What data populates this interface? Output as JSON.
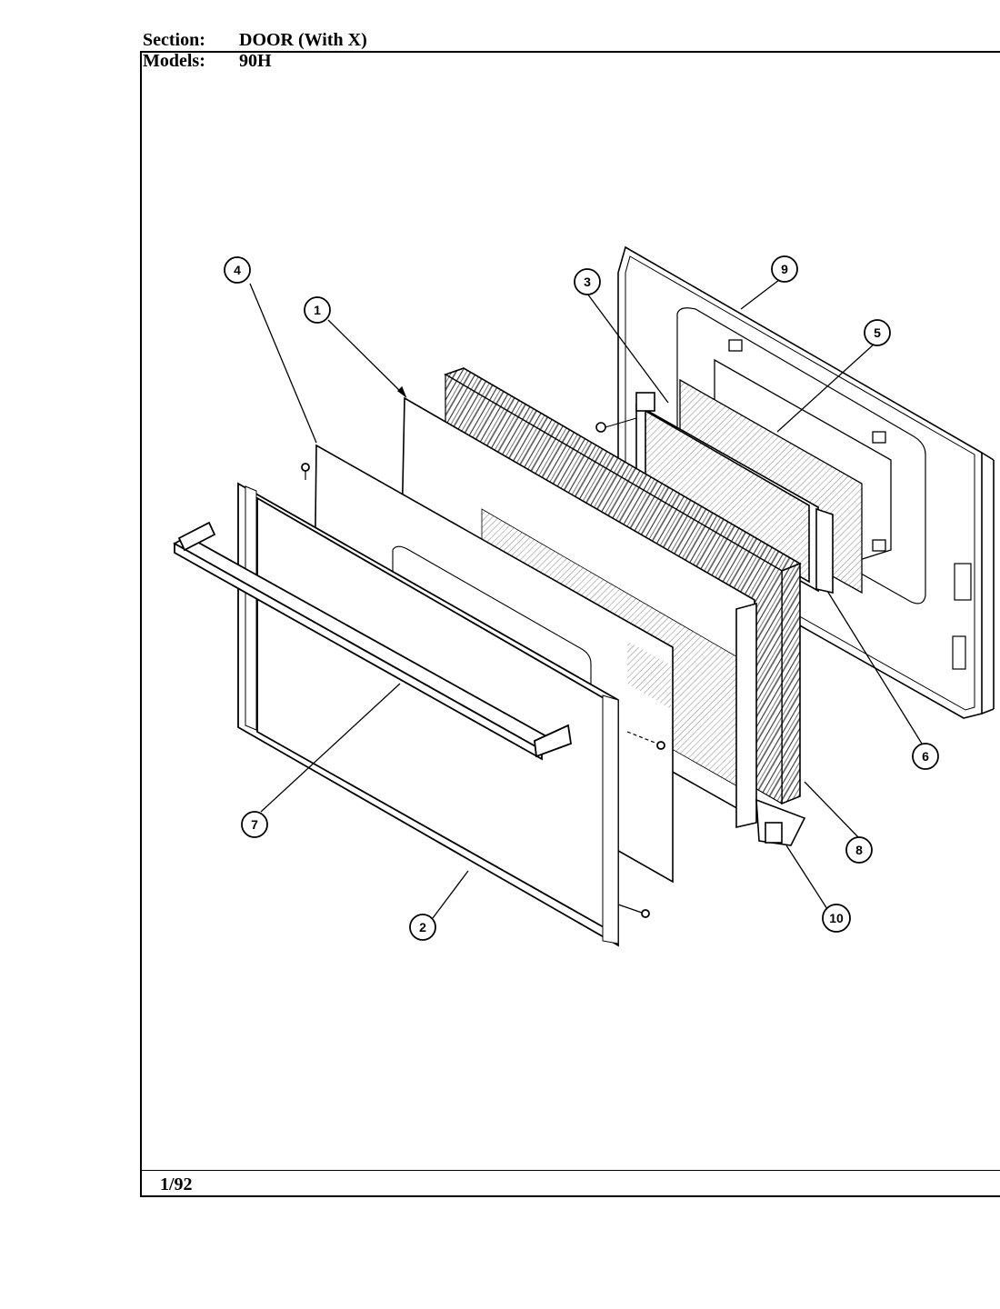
{
  "header": {
    "section_label": "Section:",
    "section_value": "DOOR (With X)",
    "models_label": "Models:",
    "models_value": "90H"
  },
  "footer": {
    "date": "1/92"
  },
  "callouts": {
    "c1": "1",
    "c2": "2",
    "c3": "3",
    "c4": "4",
    "c5": "5",
    "c6": "6",
    "c7": "7",
    "c8": "8",
    "c9": "9",
    "c10": "10"
  }
}
